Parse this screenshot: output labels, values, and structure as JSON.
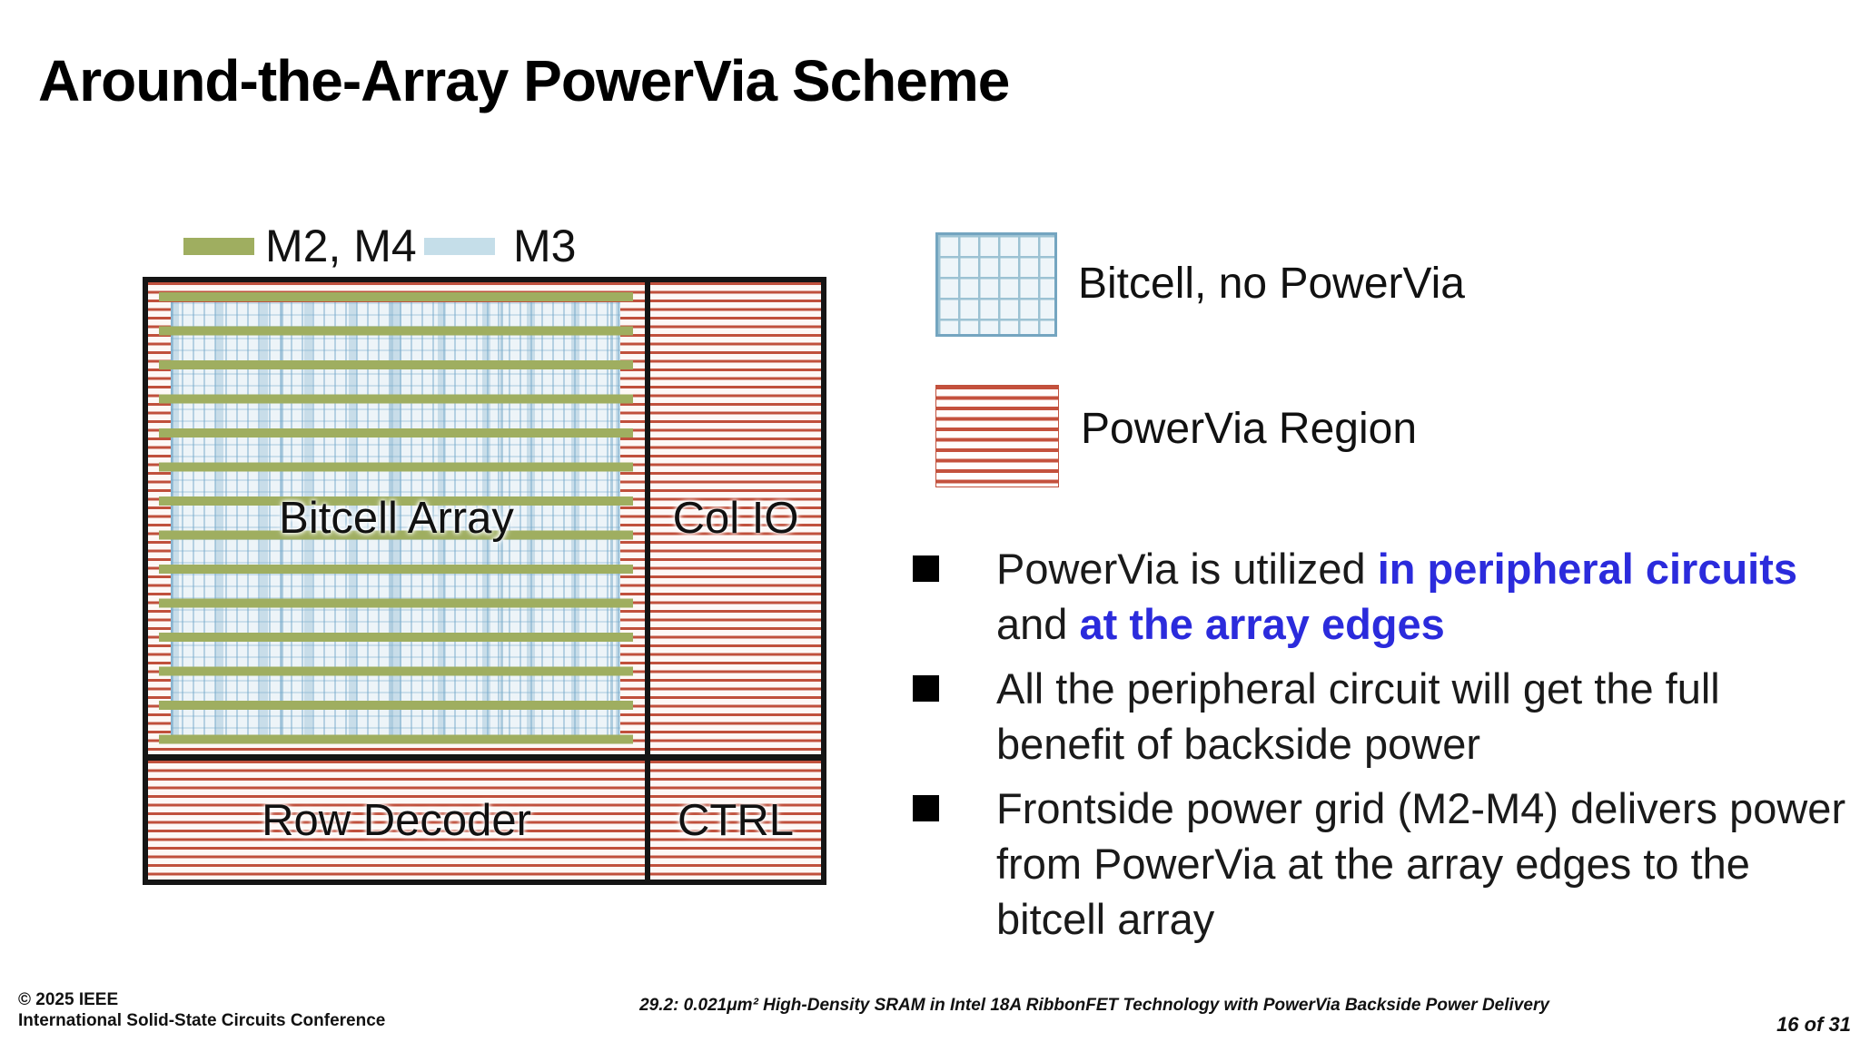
{
  "slide": {
    "title": "Around-the-Array PowerVia Scheme"
  },
  "metal_legend": {
    "items": [
      {
        "label": "M2, M4",
        "swatch": "m2-m4-swatch",
        "color": "#9fae60"
      },
      {
        "label": "M3",
        "swatch": "m3-swatch",
        "color": "#c5dee9"
      }
    ]
  },
  "floorplan": {
    "regions": {
      "bitcell_array": "Bitcell Array",
      "col_io": "Col IO",
      "row_decoder": "Row Decoder",
      "ctrl": "CTRL"
    },
    "patterns": {
      "powervia_stripe_color": "#c0503c",
      "bitcell_plaid_bg": "#edf4f8",
      "m2_m4_bar_color": "#9fae60"
    }
  },
  "pattern_legend": {
    "items": [
      {
        "label": "Bitcell, no PowerVia",
        "swatch": "bitcell-grid-swatch"
      },
      {
        "label": "PowerVia Region",
        "swatch": "powervia-stripes-swatch"
      }
    ]
  },
  "bullets": [
    {
      "segments": [
        {
          "text": "PowerVia is utilized ",
          "style": "normal"
        },
        {
          "text": "in peripheral circuits",
          "style": "accent"
        },
        {
          "text": " and ",
          "style": "normal"
        },
        {
          "text": "at the array edges",
          "style": "accent"
        }
      ]
    },
    {
      "segments": [
        {
          "text": "All the peripheral circuit will get the full benefit of backside power",
          "style": "normal"
        }
      ]
    },
    {
      "segments": [
        {
          "text": "Frontside power grid (M2-M4) delivers power from PowerVia at the array edges to the bitcell array",
          "style": "normal"
        }
      ]
    }
  ],
  "colors": {
    "accent_text_blue": "#2b2bdc",
    "powervia_red": "#c0503c",
    "metal_green": "#9fae60",
    "metal_light_blue": "#c5dee9"
  },
  "footer": {
    "copyright_line1": "© 2025 IEEE",
    "copyright_line2": "International Solid-State Circuits Conference",
    "paper_title": "29.2: 0.021μm² High-Density SRAM in Intel 18A RibbonFET Technology with PowerVia Backside Power Delivery",
    "page_indicator": "16 of 31"
  }
}
